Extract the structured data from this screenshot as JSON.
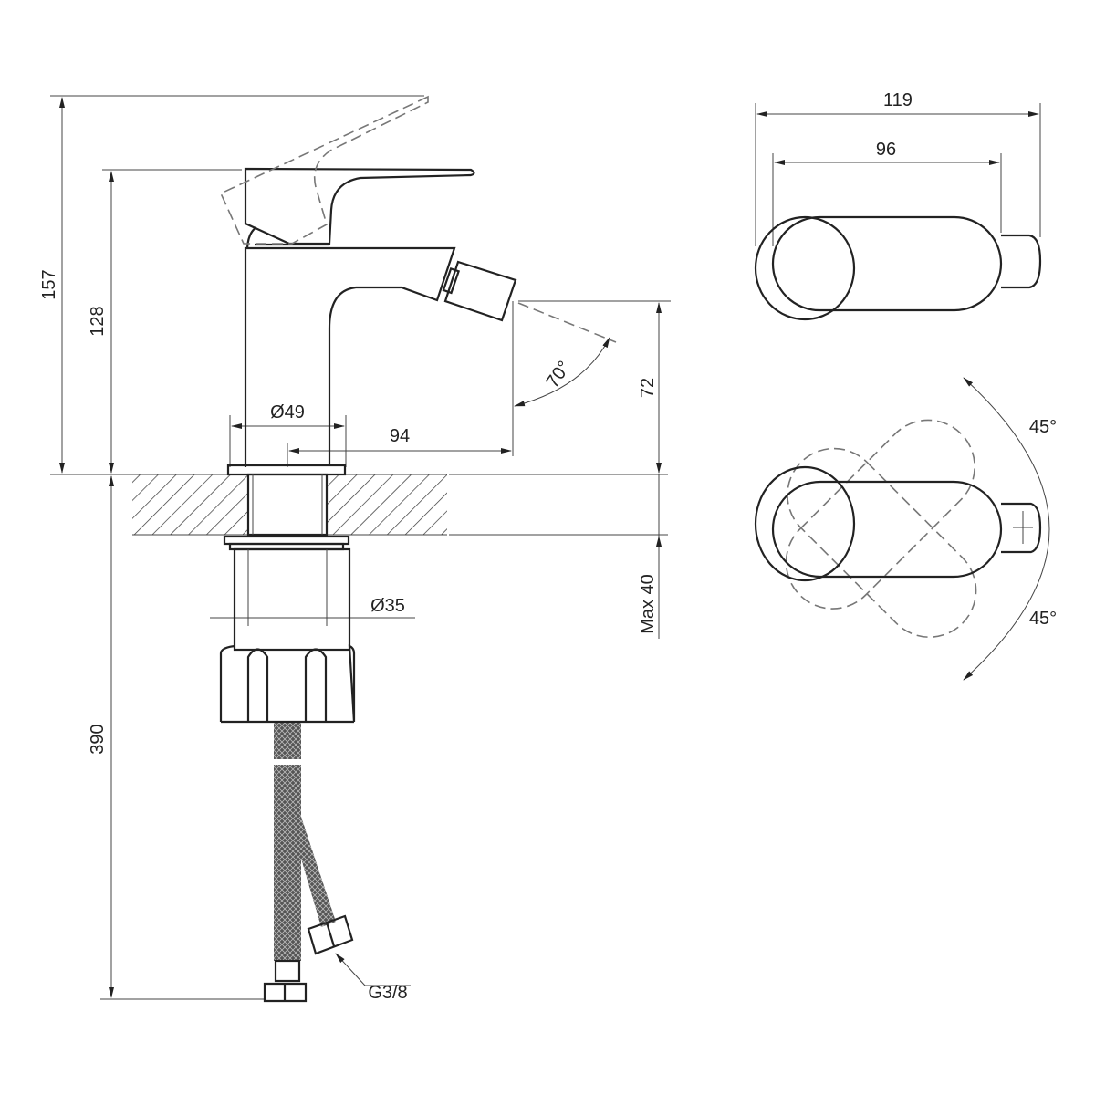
{
  "title": "Bidet mixer technical drawing",
  "dimensions": {
    "overall_height": "157",
    "body_height": "128",
    "hose_length": "390",
    "spout_height": "72",
    "max_countertop": "Max 40",
    "base_diameter": "Ø49",
    "spout_reach": "94",
    "nozzle_angle": "70°",
    "shank_diameter": "Ø35",
    "connection_thread": "G3/8",
    "top_width_total": "119",
    "top_width_lever": "96",
    "rotation_left": "45°",
    "rotation_right": "45°"
  },
  "colors": {
    "line": "#222222",
    "hidden": "#777777",
    "background": "#ffffff"
  }
}
